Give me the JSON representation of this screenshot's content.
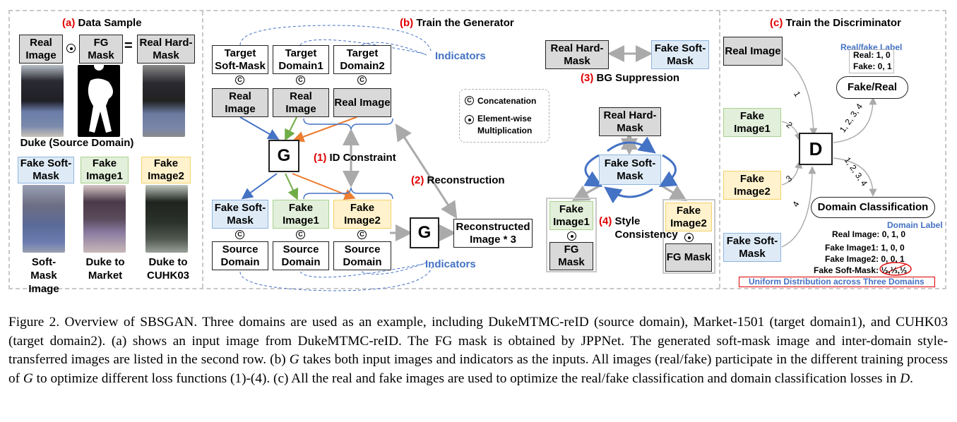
{
  "panel_a": {
    "title_tag": "(a)",
    "title": "Data Sample",
    "real_image": "Real Image",
    "fg_mask": "FG Mask",
    "equals": "=",
    "real_hard_mask": "Real Hard-Mask",
    "source_domain": "Duke (Source Domain)",
    "fake_soft_mask": "Fake Soft-Mask",
    "fake_image1": "Fake Image1",
    "fake_image2": "Fake Image2",
    "cap_soft_mask": "Soft-Mask Image",
    "cap_market": "Duke to Market",
    "cap_cuhk": "Duke to CUHK03"
  },
  "panel_b": {
    "title_tag": "(b)",
    "title": "Train the Generator",
    "target_soft_mask": "Target Soft-Mask",
    "target_domain1": "Target Domain1",
    "target_domain2": "Target Domain2",
    "real_image": "Real Image",
    "g": "G",
    "id_tag": "(1)",
    "id_constraint": "ID Constraint",
    "fake_soft_mask": "Fake Soft-Mask",
    "fake_image1": "Fake Image1",
    "fake_image2": "Fake Image2",
    "source_domain": "Source Domain",
    "indicators": "Indicators",
    "recon_tag": "(2)",
    "reconstruction": "Reconstruction",
    "reconstructed": "Reconstructed Image * 3",
    "legend_concat": "Concatenation",
    "legend_mult": "Element-wise Multiplication",
    "concat_symbol": "C",
    "real_hard_mask": "Real Hard-Mask",
    "bg_tag": "(3)",
    "bg_suppression": "BG Suppression",
    "style_tag": "(4)",
    "style_consistency": "Style Consistency",
    "fg_mask": "FG Mask"
  },
  "panel_c": {
    "title_tag": "(c)",
    "title": "Train the Discriminator",
    "real_image": "Real Image",
    "fake_image1": "Fake Image1",
    "fake_image2": "Fake Image2",
    "fake_soft_mask": "Fake Soft-Mask",
    "d": "D",
    "realfake_label_title": "Real/fake Label",
    "realfake_real": "Real: 1, 0",
    "realfake_fake": "Fake: 0, 1",
    "fake_real": "Fake/Real",
    "domain_classification": "Domain Classification",
    "domain_label_title": "Domain Label",
    "dl_real": "Real Image: 0, 1, 0",
    "dl_fake1": "Fake Image1: 1, 0, 0",
    "dl_fake2": "Fake Image2: 0, 0, 1",
    "dl_softmask_label": "Fake Soft-Mask:",
    "dl_softmask_value": "⅓,⅓,⅓",
    "uniform": "Uniform Distribution across Three Domains",
    "edge_1": "1",
    "edge_2": "2",
    "edge_3": "3",
    "edge_4": "4",
    "edge_1234a": "1, 2, 3, 4",
    "edge_1234b": "1, 2, 3, 4"
  },
  "caption": {
    "p1": "Figure 2. Overview of SBSGAN. Three domains are used as an example, including DukeMTMC-reID (source domain), Market-1501 (target domain1), and CUHK03 (target domain2). (a) shows an input image from DukeMTMC-reID. The FG mask is obtained by JPPNet. The generated soft-mask image and inter-domain style-transferred images are listed in the second row. (b) ",
    "g1": "G",
    "p2": " takes both input images and indicators as the inputs. All images (real/fake) participate in the different training process of ",
    "g2": "G",
    "p3": " to optimize different loss functions (1)-(4). (c) All the real and fake images are used to optimize the real/fake classification and domain classification losses in ",
    "d": "D",
    "p4": "."
  },
  "colors": {
    "red": "#e00000",
    "blue_text": "#4472c4",
    "arrow_blue": "#4472c4",
    "arrow_green": "#70ad47",
    "arrow_orange": "#ed7d31",
    "gray_box": "#d9d9d9",
    "blue_box": "#deebf7",
    "green_box": "#e2efda",
    "yellow_box": "#fff2cc"
  }
}
